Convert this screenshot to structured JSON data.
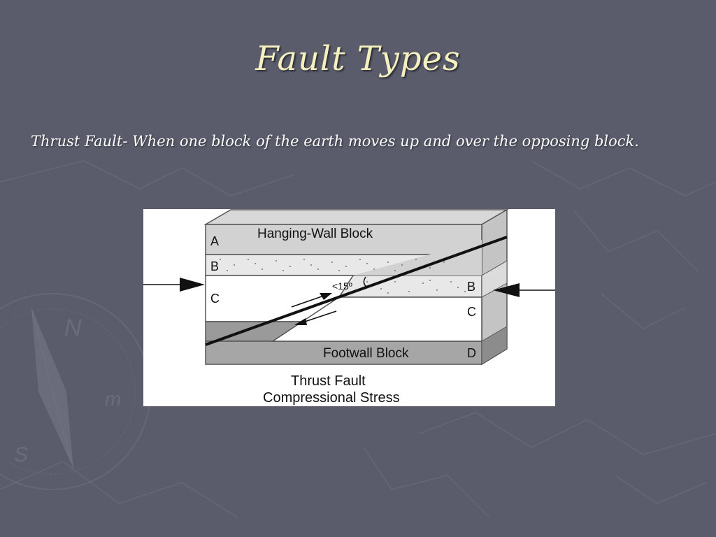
{
  "slide": {
    "title": "Fault Types",
    "subtitle": "Thrust Fault- When one block of the earth moves up and over the opposing block."
  },
  "diagram": {
    "hanging_wall_label": "Hanging-Wall Block",
    "footwall_label": "Footwall Block",
    "layer_a": "A",
    "layer_b_left": "B",
    "layer_c_left": "C",
    "layer_b_right": "B",
    "layer_c_right": "C",
    "layer_d": "D",
    "angle_label": "<15º",
    "caption_line1": "Thrust  Fault",
    "caption_line2": "Compressional Stress"
  },
  "colors": {
    "background": "#5a5c6c",
    "title": "#f4f0c0",
    "subtitle": "#ffffff",
    "layer_light_gray": "#d2d2d2",
    "layer_dark_gray": "#9a9a9a"
  }
}
